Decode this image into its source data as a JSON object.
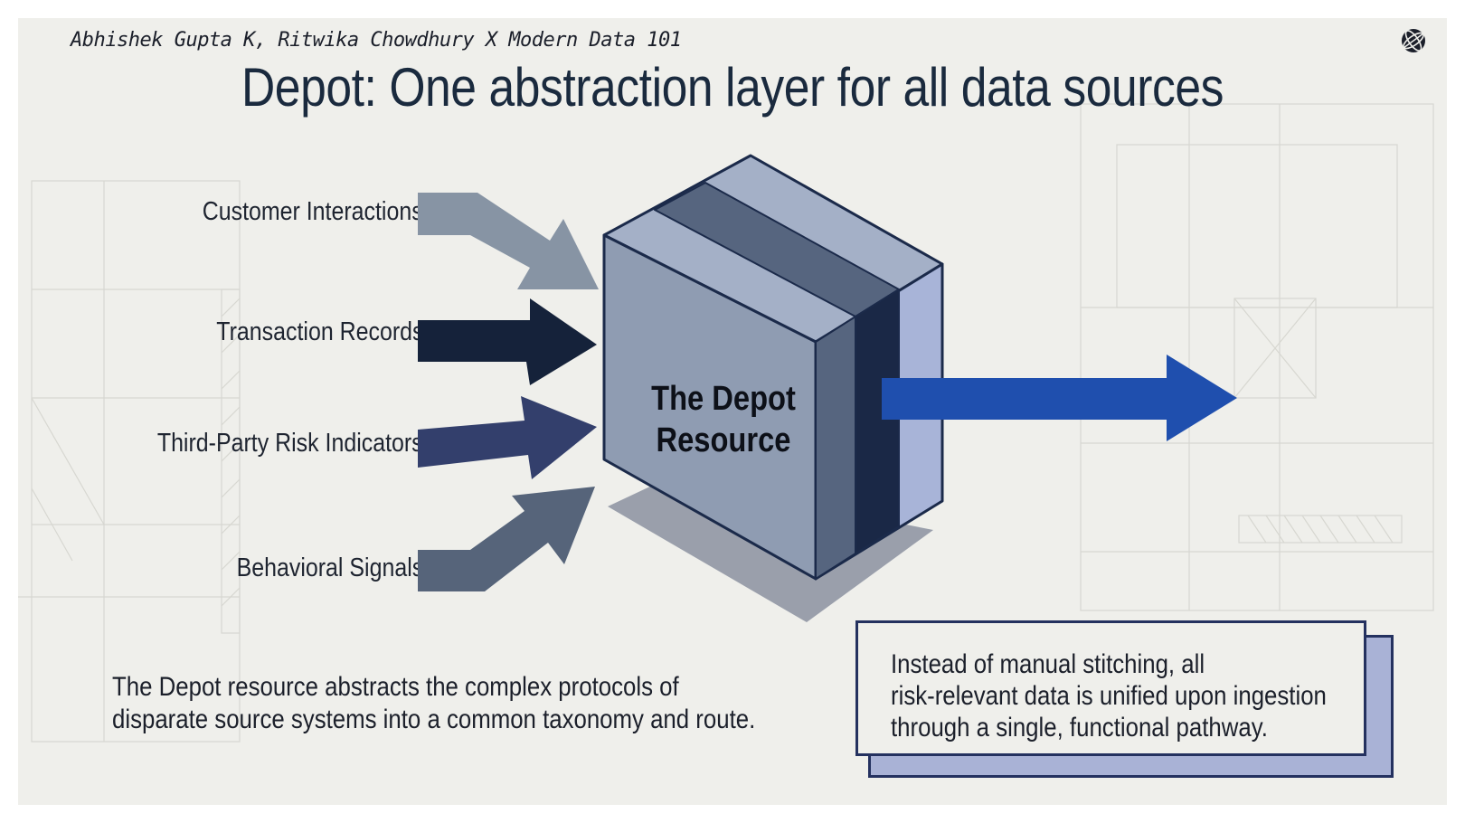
{
  "byline": "Abhishek Gupta K, Ritwika Chowdhury X Modern Data 101",
  "title": "Depot: One abstraction layer for all data sources",
  "sources": [
    {
      "label": "Customer Interactions",
      "color": "#8794a4"
    },
    {
      "label": "Transaction Records",
      "color": "#15223a"
    },
    {
      "label": "Third-Party Risk Indicators",
      "color": "#333f6c"
    },
    {
      "label": "Behavioral Signals",
      "color": "#56647a"
    }
  ],
  "cube": {
    "label_line1": "The Depot",
    "label_line2": "Resource",
    "front_color": "#8f9cb2",
    "top_color": "#a4b0c7",
    "stripe_color": "#56657f",
    "band_color": "#1a2846",
    "edge_color": "#a8b4d8"
  },
  "output_arrow_color": "#1f4fae",
  "caption": {
    "line1": "The Depot resource abstracts the complex protocols of",
    "line2": "disparate source systems into a common taxonomy and route."
  },
  "callout": {
    "line1": "Instead of manual stitching, all",
    "line2": "risk-relevant data is unified upon ingestion",
    "line3": "through a single, functional pathway."
  },
  "icons": {
    "corner": "globe-icon"
  }
}
